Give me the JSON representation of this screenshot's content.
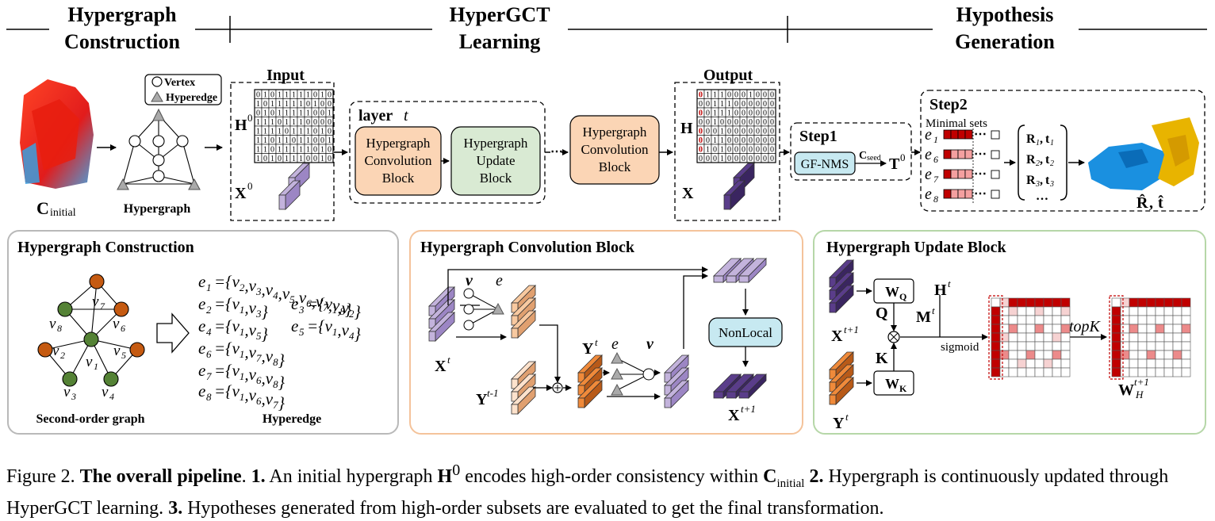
{
  "headers": {
    "construction": [
      "Hypergraph",
      "Construction"
    ],
    "learning": [
      "HyperGCT",
      "Learning"
    ],
    "generation": [
      "Hypothesis",
      "Generation"
    ]
  },
  "top": {
    "c_initial_main": "C",
    "c_initial_sub": "initial",
    "hypergraph_label": "Hypergraph",
    "legend_vertex": "Vertex",
    "legend_hyperedge": "Hyperedge",
    "input_title": "Input",
    "h0_main": "H",
    "h0_sup": "0",
    "x0_main": "X",
    "x0_sup": "0",
    "layer_label": "layer",
    "layer_var": "t",
    "conv_block_lines": [
      "Hypergraph",
      "Convolution",
      "Block"
    ],
    "update_block_lines": [
      "Hypergraph",
      "Update",
      "Block"
    ],
    "conv_block2_lines": [
      "Hypergraph",
      "Convolution",
      "Block"
    ],
    "output_title": "Output",
    "h_label": "H",
    "x_label": "X",
    "input_matrix": [
      "01011111010",
      "10111110100",
      "01011111001",
      "11101110000",
      "11110111010",
      "11011011001",
      "11011111010",
      "10101110010"
    ],
    "output_matrix": [
      "01110001000",
      "00111000000",
      "00111000000",
      "00100000000",
      "00010000000",
      "00110000000",
      "01010000000",
      "00010000000"
    ],
    "step1_title": "Step1",
    "gf_nms": "GF-NMS",
    "c_seed_main": "C",
    "c_seed_sub": "seed",
    "t0_main": "T",
    "t0_sup": "0",
    "step2_title": "Step2",
    "minimal_sets": "Minimal sets",
    "edge_rows": [
      {
        "e": "e",
        "sub": "1"
      },
      {
        "e": "e",
        "sub": "6"
      },
      {
        "e": "e",
        "sub": "7"
      },
      {
        "e": "e",
        "sub": "8"
      }
    ],
    "hypotheses": [
      {
        "R": "R",
        "Rsub": "1",
        "t": "t",
        "tsub": "1"
      },
      {
        "R": "R",
        "Rsub": "2",
        "t": "t",
        "tsub": "2"
      },
      {
        "R": "R",
        "Rsub": "3",
        "t": "t",
        "tsub": "3"
      }
    ],
    "hyp_ellipsis": "…",
    "r_hat": "R̂",
    "t_hat": "t̂",
    "result_sep": ","
  },
  "panel_construction": {
    "title": "Hypergraph Construction",
    "graph_label": "Second-order graph",
    "hyperedge_label": "Hyperedge",
    "node_labels": [
      "v7",
      "v8",
      "v6",
      "v2",
      "v1",
      "v5",
      "v3",
      "v4"
    ],
    "hyperedges": [
      {
        "e": "e",
        "sub": "1",
        "set": "{v2,v3,v4,v5,v6,v7,v8}"
      },
      {
        "e": "e",
        "sub": "2",
        "set": "{v1,v3}"
      },
      {
        "e": "e",
        "sub": "3",
        "set": "{v1,v2}"
      },
      {
        "e": "e",
        "sub": "4",
        "set": "{v1,v5}"
      },
      {
        "e": "e",
        "sub": "5",
        "set": "{v1,v4}"
      },
      {
        "e": "e",
        "sub": "6",
        "set": "{v1,v7,v8}"
      },
      {
        "e": "e",
        "sub": "7",
        "set": "{v1,v6,v8}"
      },
      {
        "e": "e",
        "sub": "8",
        "set": "{v1,v6,v7}"
      }
    ]
  },
  "panel_convolution": {
    "title": "Hypergraph Convolution Block",
    "v_label": "v",
    "e_label": "e",
    "xt_main": "X",
    "xt_sup": "t",
    "yt1_main": "Y",
    "yt1_sup": "t-1",
    "yt_main": "Y",
    "yt_sup": "t",
    "nonlocal": "NonLocal",
    "xt1_main": "X",
    "xt1_sup": "t+1"
  },
  "panel_update": {
    "title": "Hypergraph Update Block",
    "xt1_main": "X",
    "xt1_sup": "t+1",
    "yt_main": "Y",
    "yt_sup": "t",
    "wq_main": "W",
    "wq_sub": "Q",
    "wk_main": "W",
    "wk_sub": "K",
    "q": "Q",
    "k": "K",
    "ht_main": "H",
    "ht_sup": "t",
    "mt_main": "M",
    "mt_sup": "t",
    "sigmoid": "sigmoid",
    "topk": "topK",
    "wh_main": "W",
    "wh_sub": "H",
    "wh_sup": "t+1"
  },
  "caption": {
    "fig": "Figure 2.",
    "title": "The overall pipeline",
    "p1_num": "1.",
    "p1_a": "An initial hypergraph",
    "p1_h": "H",
    "p1_h_sup": "0",
    "p1_b": "encodes high-order consistency within",
    "p1_c": "C",
    "p1_c_sub": "initial",
    "p2_num": "2.",
    "p2": "Hypergraph is continuously updated through HyperGCT learning.",
    "p3_num": "3.",
    "p3": "Hypotheses generated from high-order subsets are evaluated to get the final transformation."
  },
  "colors": {
    "red": "#c00000",
    "pink": "#f4a0a0",
    "orange_fill": "#fbd5b5",
    "green_fill": "#d9ead3",
    "blue_fill": "#c7e9f1",
    "lilac": "#c3b3dc",
    "purple": "#5a3d8a",
    "orange_cube": "#f08a3a",
    "node_orange": "#c55a11",
    "node_green": "#548235"
  }
}
